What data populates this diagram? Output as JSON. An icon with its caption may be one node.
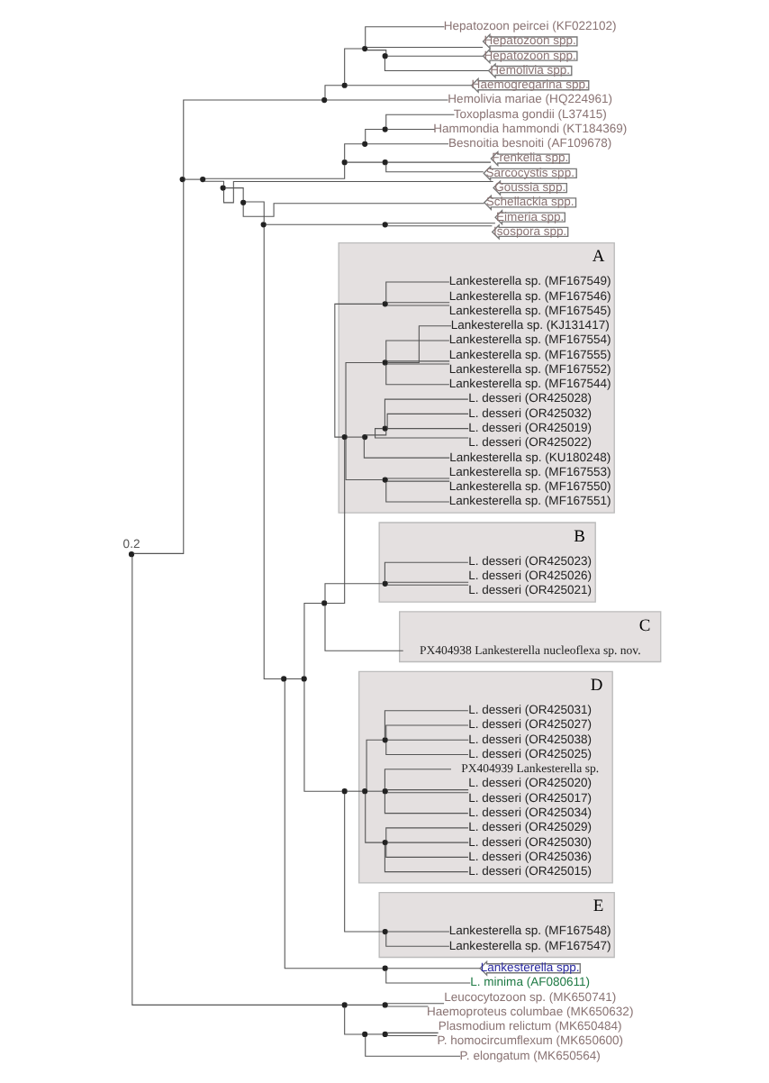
{
  "diagram": {
    "nodes": [
      {
        "text": [],
        "shape": "circle"
      },
      {
        "text": [],
        "shape": "circle"
      },
      {
        "text": [],
        "shape": "circle"
      },
      {
        "text": [],
        "shape": "circle"
      },
      {
        "text": [],
        "shape": "circle"
      },
      {
        "text": [],
        "shape": "circle"
      },
      {
        "text": [],
        "shape": "circle"
      },
      {
        "text": [],
        "shape": "circle"
      },
      {
        "text": [
          "Lankesterella spp."
        ]
      },
      {
        "text": [
          "L. minima (AF080611)"
        ]
      },
      {
        "text": [],
        "shape": "circle"
      },
      {
        "text": [],
        "shape": "circle"
      },
      {
        "text": [
          "A"
        ]
      },
      {
        "text": [],
        "shape": "circle",
        "in": 12
      },
      {
        "text": [],
        "shape": "circle",
        "in": 12
      },
      {
        "text": [
          "Lankesterella sp. (MF167551)"
        ],
        "in": 12
      },
      {
        "text": [
          "Lankesterella sp. (MF167550)"
        ],
        "in": 12
      },
      {
        "text": [
          "Lankesterella sp. (MF167553)"
        ],
        "in": 12
      },
      {
        "text": [],
        "shape": "circle",
        "in": 12
      },
      {
        "text": [
          "Lankesterella sp. (KU180248)"
        ],
        "in": 12
      },
      {
        "text": [],
        "shape": "circle",
        "in": 12
      },
      {
        "text": [
          "L. desseri (OR425022)"
        ],
        "in": 12
      },
      {
        "text": [
          "L. desseri (OR425019)"
        ],
        "in": 12
      },
      {
        "text": [
          "L. desseri (OR425032)"
        ],
        "in": 12
      },
      {
        "text": [
          "L. desseri (OR425028)"
        ],
        "in": 12
      },
      {
        "text": [],
        "shape": "circle",
        "in": 12
      },
      {
        "text": [
          "Lankesterella sp. (MF167544)"
        ],
        "in": 12
      },
      {
        "text": [
          "Lankesterella sp. (MF167552)"
        ],
        "in": 12
      },
      {
        "text": [
          "Lankesterella sp. (MF167555)"
        ],
        "in": 12
      },
      {
        "text": [
          "Lankesterella sp. (MF167554)"
        ],
        "in": 12
      },
      {
        "text": [
          "Lankesterella sp. (KJ131417)"
        ],
        "in": 12
      },
      {
        "text": [],
        "shape": "circle",
        "in": 12
      },
      {
        "text": [
          "Lankesterella sp. (MF167545)"
        ],
        "in": 12
      },
      {
        "text": [
          "Lankesterella sp. (MF167546)"
        ],
        "in": 12
      },
      {
        "text": [
          "Lankesterella sp. (MF167549)"
        ],
        "in": 12
      },
      {
        "text": [
          "B"
        ]
      },
      {
        "text": [],
        "shape": "circle",
        "in": 35
      },
      {
        "text": [
          "L. desseri (OR425021)"
        ],
        "in": 35
      },
      {
        "text": [
          "L. desseri (OR425026)"
        ],
        "in": 35
      },
      {
        "text": [
          "L. desseri (OR425023)"
        ],
        "in": 35
      },
      {
        "text": [
          "C"
        ]
      },
      {
        "text": [
          "PX404938 Lankesterella nucleoflexa sp. nov."
        ],
        "in": 40
      },
      {
        "text": [],
        "shape": "circle"
      },
      {
        "text": [
          "D"
        ]
      },
      {
        "text": [],
        "shape": "circle",
        "in": 43
      },
      {
        "text": [],
        "shape": "circle",
        "in": 43
      },
      {
        "text": [
          "L. desseri (OR425015)"
        ],
        "in": 43
      },
      {
        "text": [
          "L. desseri (OR425036)"
        ],
        "in": 43
      },
      {
        "text": [
          "L. desseri (OR425030)"
        ],
        "in": 43
      },
      {
        "text": [
          "L. desseri (OR425029)"
        ],
        "in": 43
      },
      {
        "text": [],
        "shape": "circle",
        "in": 43
      },
      {
        "text": [
          "L. desseri (OR425034)"
        ],
        "in": 43
      },
      {
        "text": [
          "L. desseri (OR425017)"
        ],
        "in": 43
      },
      {
        "text": [
          "L. desseri (OR425020)"
        ],
        "in": 43
      },
      {
        "text": [
          "PX404939 Lankesterella sp."
        ],
        "in": 43
      },
      {
        "text": [],
        "shape": "circle",
        "in": 43
      },
      {
        "text": [
          "L. desseri (OR425025)"
        ],
        "in": 43
      },
      {
        "text": [
          "L. desseri (OR425038)"
        ],
        "in": 43
      },
      {
        "text": [
          "L. desseri (OR425027)"
        ],
        "in": 43
      },
      {
        "text": [
          "L. desseri (OR425031)"
        ],
        "in": 43
      },
      {
        "text": [
          "E"
        ]
      },
      {
        "text": [],
        "shape": "circle",
        "in": 60
      },
      {
        "text": [
          "Lankesterella sp. (MF167547)"
        ],
        "in": 60
      },
      {
        "text": [
          "Lankesterella sp. (MF167548)"
        ],
        "in": 60
      },
      {
        "text": [],
        "shape": "circle"
      },
      {
        "text": [
          "Eimeria spp."
        ]
      },
      {
        "text": [
          "Isospora spp."
        ]
      },
      {
        "text": [
          "Schellackia spp."
        ]
      },
      {
        "text": [
          "Goussia spp."
        ]
      },
      {
        "text": [],
        "shape": "circle"
      },
      {
        "text": [],
        "shape": "circle"
      },
      {
        "text": [
          "Frenkelia spp."
        ]
      },
      {
        "text": [
          "Sarcocystis spp."
        ]
      },
      {
        "text": [],
        "shape": "circle"
      },
      {
        "text": [
          "Besnoitia besnoiti (AF109678)"
        ]
      },
      {
        "text": [],
        "shape": "circle"
      },
      {
        "text": [
          "Toxoplasma gondii (L37415)"
        ]
      },
      {
        "text": [
          "Hammondia hammondi (KT184369)"
        ]
      },
      {
        "text": [],
        "shape": "circle"
      },
      {
        "text": [],
        "shape": "circle"
      },
      {
        "text": [],
        "shape": "circle"
      },
      {
        "text": [],
        "shape": "circle"
      },
      {
        "text": [
          "Hepatozoon spp."
        ]
      },
      {
        "text": [
          "Hemolivia spp."
        ]
      },
      {
        "text": [
          "Hepatozoon peircei (KF022102)"
        ]
      },
      {
        "text": [
          "Hepatozoon spp."
        ]
      },
      {
        "text": [
          "Haemogregarina spp."
        ]
      },
      {
        "text": [
          "Hemolivia mariae (HQ224961)"
        ]
      },
      {
        "text": [],
        "shape": "circle"
      },
      {
        "text": [],
        "shape": "circle"
      },
      {
        "text": [
          "Leucocytozoon sp. (MK650741)"
        ]
      },
      {
        "text": [
          "Haemoproteus columbae (MK650632)"
        ]
      },
      {
        "text": [],
        "shape": "circle"
      },
      {
        "text": [],
        "shape": "circle"
      },
      {
        "text": [
          "Plasmodium relictum (MK650484)"
        ]
      },
      {
        "text": [
          "P. homocircumflexum (MK650600)"
        ]
      },
      {
        "text": [
          "P. elongatum (MK650564)"
        ]
      }
    ],
    "edges": [
      {
        "from": 0,
        "to": 1,
        "arrow": "none"
      },
      {
        "from": 0,
        "to": 88,
        "arrow": "none"
      },
      {
        "from": 1,
        "to": 2,
        "arrow": "none"
      },
      {
        "from": 1,
        "to": 78,
        "arrow": "none"
      },
      {
        "from": 2,
        "to": 3,
        "arrow": "none"
      },
      {
        "from": 2,
        "to": 69,
        "arrow": "none"
      },
      {
        "from": 3,
        "to": 4,
        "arrow": "none"
      },
      {
        "from": 3,
        "to": 68,
        "arrow": "none"
      },
      {
        "from": 4,
        "to": 5,
        "arrow": "none"
      },
      {
        "from": 4,
        "to": 67,
        "arrow": "none"
      },
      {
        "from": 5,
        "to": 6,
        "arrow": "none"
      },
      {
        "from": 5,
        "to": 64,
        "arrow": "none"
      },
      {
        "from": 6,
        "to": 7,
        "arrow": "none"
      },
      {
        "from": 6,
        "to": 10,
        "arrow": "none"
      },
      {
        "from": 7,
        "to": 8,
        "arrow": "none"
      },
      {
        "from": 7,
        "to": 9,
        "arrow": "none"
      },
      {
        "from": 10,
        "to": 11,
        "arrow": "none"
      },
      {
        "from": 10,
        "to": 42,
        "arrow": "none"
      },
      {
        "from": 11,
        "to": 13,
        "arrow": "none"
      },
      {
        "from": 11,
        "to": 36,
        "arrow": "none"
      },
      {
        "from": 11,
        "to": 41,
        "arrow": "none"
      },
      {
        "from": 13,
        "to": 14,
        "arrow": "none"
      },
      {
        "from": 13,
        "to": 18,
        "arrow": "none"
      },
      {
        "from": 13,
        "to": 25,
        "arrow": "none"
      },
      {
        "from": 13,
        "to": 31,
        "arrow": "none"
      },
      {
        "from": 14,
        "to": 15,
        "arrow": "none"
      },
      {
        "from": 14,
        "to": 16,
        "arrow": "none"
      },
      {
        "from": 14,
        "to": 17,
        "arrow": "none"
      },
      {
        "from": 18,
        "to": 19,
        "arrow": "none"
      },
      {
        "from": 18,
        "to": 20,
        "arrow": "none"
      },
      {
        "from": 20,
        "to": 21,
        "arrow": "none"
      },
      {
        "from": 20,
        "to": 22,
        "arrow": "none"
      },
      {
        "from": 20,
        "to": 23,
        "arrow": "none"
      },
      {
        "from": 20,
        "to": 24,
        "arrow": "none"
      },
      {
        "from": 25,
        "to": 26,
        "arrow": "none"
      },
      {
        "from": 25,
        "to": 27,
        "arrow": "none"
      },
      {
        "from": 25,
        "to": 28,
        "arrow": "none"
      },
      {
        "from": 25,
        "to": 29,
        "arrow": "none"
      },
      {
        "from": 25,
        "to": 30,
        "arrow": "none"
      },
      {
        "from": 31,
        "to": 32,
        "arrow": "none"
      },
      {
        "from": 31,
        "to": 33,
        "arrow": "none"
      },
      {
        "from": 31,
        "to": 34,
        "arrow": "none"
      },
      {
        "from": 36,
        "to": 37,
        "arrow": "none"
      },
      {
        "from": 36,
        "to": 38,
        "arrow": "none"
      },
      {
        "from": 36,
        "to": 39,
        "arrow": "none"
      },
      {
        "from": 42,
        "to": 44,
        "arrow": "none"
      },
      {
        "from": 42,
        "to": 61,
        "arrow": "none"
      },
      {
        "from": 44,
        "to": 45,
        "arrow": "none"
      },
      {
        "from": 44,
        "to": 50,
        "arrow": "none"
      },
      {
        "from": 44,
        "to": 55,
        "arrow": "none"
      },
      {
        "from": 45,
        "to": 46,
        "arrow": "none"
      },
      {
        "from": 45,
        "to": 47,
        "arrow": "none"
      },
      {
        "from": 45,
        "to": 48,
        "arrow": "none"
      },
      {
        "from": 45,
        "to": 49,
        "arrow": "none"
      },
      {
        "from": 50,
        "to": 51,
        "arrow": "none"
      },
      {
        "from": 50,
        "to": 52,
        "arrow": "none"
      },
      {
        "from": 50,
        "to": 53,
        "arrow": "none"
      },
      {
        "from": 50,
        "to": 54,
        "arrow": "none"
      },
      {
        "from": 55,
        "to": 56,
        "arrow": "none"
      },
      {
        "from": 55,
        "to": 57,
        "arrow": "none"
      },
      {
        "from": 55,
        "to": 58,
        "arrow": "none"
      },
      {
        "from": 55,
        "to": 59,
        "arrow": "none"
      },
      {
        "from": 61,
        "to": 62,
        "arrow": "none"
      },
      {
        "from": 61,
        "to": 63,
        "arrow": "none"
      },
      {
        "from": 64,
        "to": 65,
        "arrow": "none"
      },
      {
        "from": 64,
        "to": 66,
        "arrow": "none"
      },
      {
        "from": 69,
        "to": 70,
        "arrow": "none"
      },
      {
        "from": 69,
        "to": 73,
        "arrow": "none"
      },
      {
        "from": 70,
        "to": 71,
        "arrow": "none"
      },
      {
        "from": 70,
        "to": 72,
        "arrow": "none"
      },
      {
        "from": 73,
        "to": 74,
        "arrow": "none"
      },
      {
        "from": 73,
        "to": 75,
        "arrow": "none"
      },
      {
        "from": 75,
        "to": 76,
        "arrow": "none"
      },
      {
        "from": 75,
        "to": 77,
        "arrow": "none"
      },
      {
        "from": 78,
        "to": 79,
        "arrow": "none"
      },
      {
        "from": 78,
        "to": 87,
        "arrow": "none"
      },
      {
        "from": 79,
        "to": 80,
        "arrow": "none"
      },
      {
        "from": 79,
        "to": 86,
        "arrow": "none"
      },
      {
        "from": 80,
        "to": 81,
        "arrow": "none"
      },
      {
        "from": 80,
        "to": 84,
        "arrow": "none"
      },
      {
        "from": 80,
        "to": 85,
        "arrow": "none"
      },
      {
        "from": 81,
        "to": 82,
        "arrow": "none"
      },
      {
        "from": 81,
        "to": 83,
        "arrow": "none"
      },
      {
        "from": 88,
        "to": 89,
        "arrow": "none"
      },
      {
        "from": 88,
        "to": 92,
        "arrow": "none"
      },
      {
        "from": 89,
        "to": 90,
        "arrow": "none"
      },
      {
        "from": 89,
        "to": 91,
        "arrow": "none"
      },
      {
        "from": 92,
        "to": 93,
        "arrow": "none"
      },
      {
        "from": 92,
        "to": 96,
        "arrow": "none"
      },
      {
        "from": 93,
        "to": 94,
        "arrow": "none"
      },
      {
        "from": 93,
        "to": 95,
        "arrow": "none"
      }
    ],
    "labels": [
      "0.2"
    ]
  }
}
